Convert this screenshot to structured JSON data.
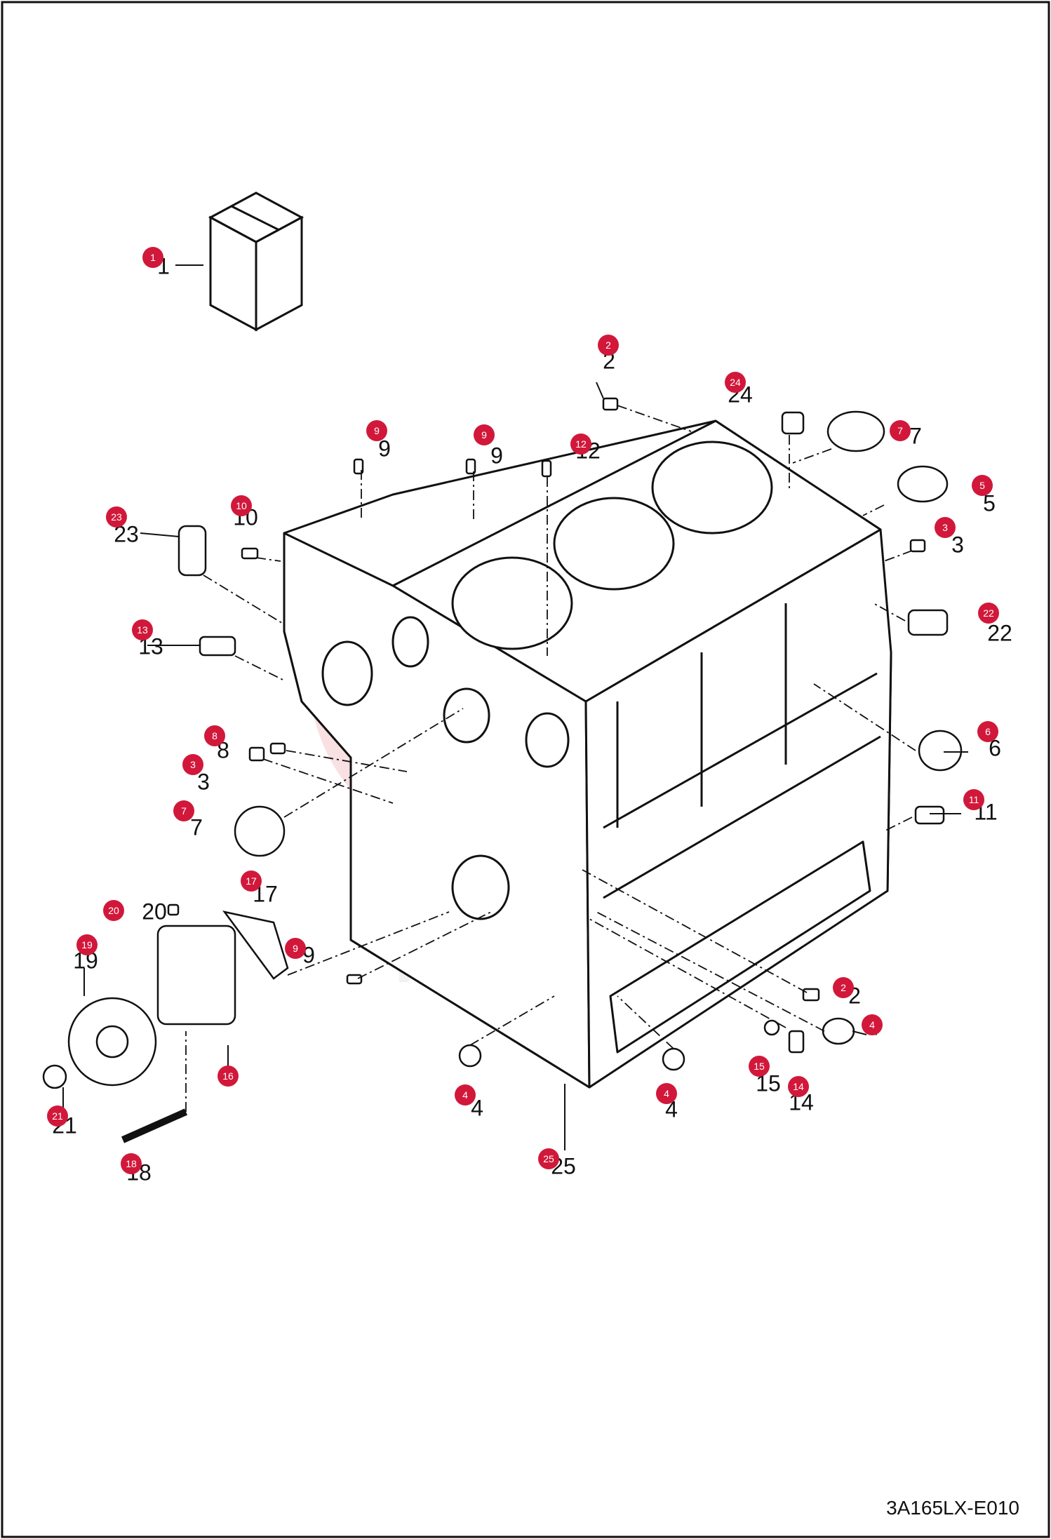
{
  "drawing_code": "3A165LX-E010",
  "colors": {
    "badge": "#d1183a",
    "line": "#111111",
    "watermark": "#f2c6cc"
  },
  "callouts": [
    {
      "label": "1"
    },
    {
      "label": "2"
    },
    {
      "label": "24"
    },
    {
      "label": "7"
    },
    {
      "label": "5"
    },
    {
      "label": "3"
    },
    {
      "label": "9"
    },
    {
      "label": "9"
    },
    {
      "label": "12"
    },
    {
      "label": "23"
    },
    {
      "label": "10"
    },
    {
      "label": "22"
    },
    {
      "label": "13"
    },
    {
      "label": "8"
    },
    {
      "label": "3"
    },
    {
      "label": "6"
    },
    {
      "label": "7"
    },
    {
      "label": "11"
    },
    {
      "label": "17"
    },
    {
      "label": "20"
    },
    {
      "label": "19"
    },
    {
      "label": "9"
    },
    {
      "label": "2"
    },
    {
      "label": "4"
    },
    {
      "label": "16"
    },
    {
      "label": "15"
    },
    {
      "label": "14"
    },
    {
      "label": "4"
    },
    {
      "label": "4"
    },
    {
      "label": "21"
    },
    {
      "label": "18"
    },
    {
      "label": "25"
    }
  ]
}
